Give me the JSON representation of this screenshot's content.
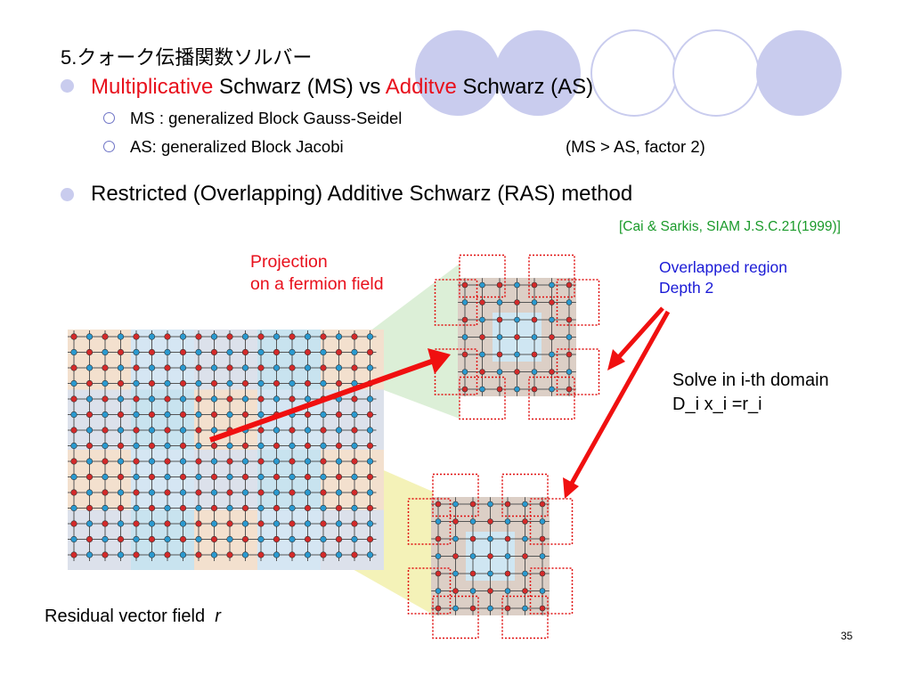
{
  "slide": {
    "title": "5.クォーク伝播関数ソルバー",
    "bullet1": {
      "part1": "Multiplicative",
      "part2": " Schwarz (MS) vs ",
      "part3": "Additve",
      "part4": " Schwarz (AS)"
    },
    "sub1": "MS : generalized Block Gauss-Seidel",
    "sub2": "AS: generalized Block Jacobi",
    "sub2_note": "(MS > AS, factor 2)",
    "bullet2": "Restricted (Overlapping) Additive Schwarz (RAS) method",
    "citation": "[Cai & Sarkis, SIAM J.S.C.21(1999)]",
    "projection_line1": "Projection",
    "projection_line2": "on a fermion field",
    "overlap_line1": "Overlapped region",
    "overlap_line2": "Depth 2",
    "solve_line1": "Solve in i-th domain",
    "solve_line2": "D_i x_i =r_i",
    "residual_label": "Residual vector field",
    "residual_var": "r",
    "page_number": "35"
  },
  "colors": {
    "bullet": "#c9ccee",
    "decor_circle": "#c9ccee",
    "red_text": "#e8101c",
    "green_text": "#1a9a2a",
    "blue_text": "#1a1ad6",
    "arrow": "#f01010",
    "red_site": "#d42a2a",
    "blue_site": "#2a9ad0"
  }
}
